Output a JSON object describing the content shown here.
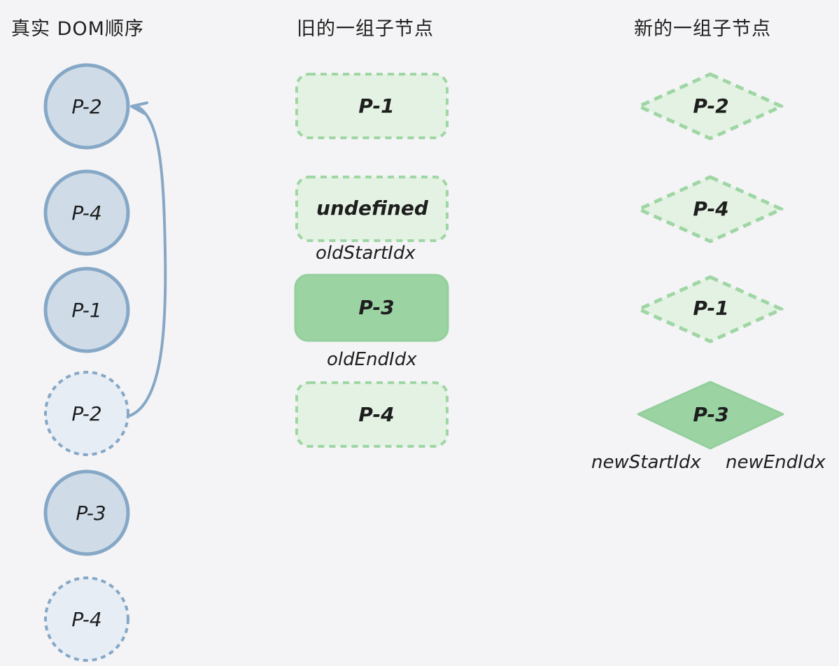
{
  "headers": {
    "real_dom": "真实 DOM顺序",
    "old_children": "旧的一组子节点",
    "new_children": "新的一组子节点"
  },
  "real_dom_nodes": [
    {
      "label": "P-2",
      "state": "solid"
    },
    {
      "label": "P-4",
      "state": "solid"
    },
    {
      "label": "P-1",
      "state": "solid"
    },
    {
      "label": "P-2",
      "state": "dashed"
    },
    {
      "label": "P-3",
      "state": "solid"
    },
    {
      "label": "P-4",
      "state": "dashed"
    }
  ],
  "old_nodes": [
    {
      "label": "P-1",
      "state": "dashed"
    },
    {
      "label": "undefined",
      "state": "dashed"
    },
    {
      "label": "P-3",
      "state": "highlighted"
    },
    {
      "label": "P-4",
      "state": "dashed"
    }
  ],
  "new_nodes": [
    {
      "label": "P-2",
      "state": "dashed"
    },
    {
      "label": "P-4",
      "state": "dashed"
    },
    {
      "label": "P-1",
      "state": "dashed"
    },
    {
      "label": "P-3",
      "state": "highlighted"
    }
  ],
  "pointers": {
    "old_start": "oldStartIdx",
    "old_end": "oldEndIdx",
    "new_start": "newStartIdx",
    "new_end": "newEndIdx"
  },
  "colors": {
    "background": "#f4f4f6",
    "circle_fill": "#cfdce8",
    "circle_stroke": "#86a8c6",
    "circle_dashed_fill": "#e6edf5",
    "green_fill": "#e3f2e3",
    "green_stroke": "#9fd6a4",
    "green_highlight": "#9bd3a3",
    "arrow": "#86a8c6",
    "text": "#1e1e1e"
  }
}
